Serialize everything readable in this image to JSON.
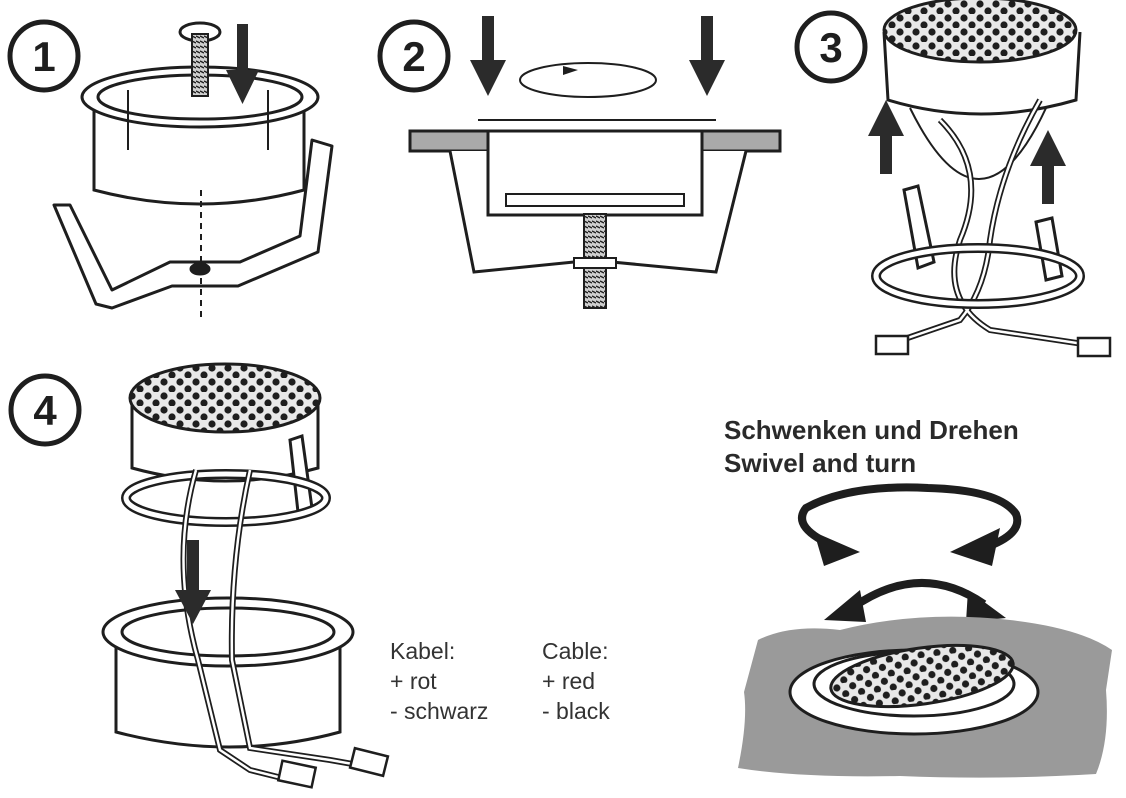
{
  "steps": [
    {
      "number": "1"
    },
    {
      "number": "2"
    },
    {
      "number": "3"
    },
    {
      "number": "4"
    }
  ],
  "swivel": {
    "title_de": "Schwenken und Drehen",
    "title_en": "Swivel and turn"
  },
  "cable_legend": {
    "de": {
      "heading": "Kabel:",
      "plus": "+ rot",
      "minus": "- schwarz"
    },
    "en": {
      "heading": "Cable:",
      "plus": "+ red",
      "minus": "-  black"
    }
  },
  "colors": {
    "line": "#1e1e1e",
    "ceiling": "#a9a9a9",
    "surface": "#9a9a9a",
    "arrow": "#2b2b2b",
    "grille_fill": "#e8e8e8"
  }
}
